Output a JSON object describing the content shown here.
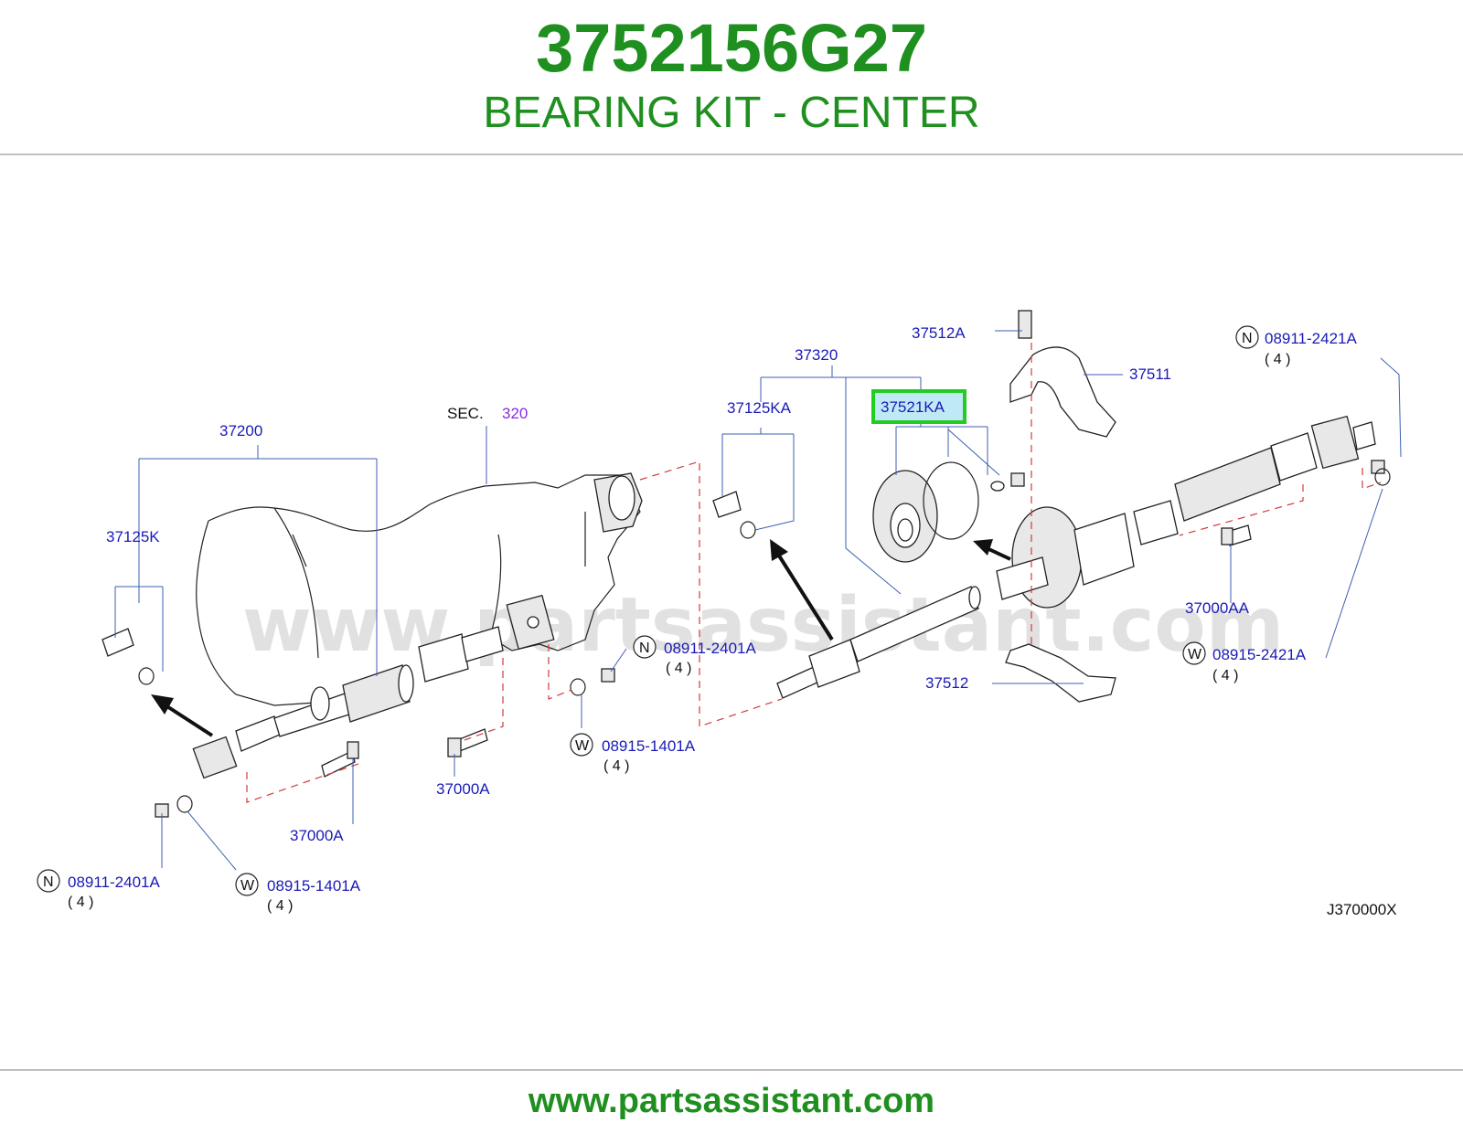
{
  "header": {
    "part_number": "3752156G27",
    "part_name": "BEARING KIT - CENTER"
  },
  "footer": {
    "website": "www.partsassistant.com"
  },
  "watermark": "www.partsassistant.com",
  "colors": {
    "brand_green": "#1f8f1f",
    "label_blue": "#1a1ab8",
    "highlight_green": "#22cc22",
    "highlight_fill": "#bfe9f5",
    "dash_red": "#d23b3b"
  },
  "diagram": {
    "code": "J370000X",
    "sec_prefix": "SEC.",
    "sec_number": "320",
    "labels": {
      "l37200": "37200",
      "l37125K": "37125K",
      "l37320": "37320",
      "l37125KA": "37125KA",
      "l37521KA": "37521KA",
      "l37512A": "37512A",
      "l37511": "37511",
      "l37000AA": "37000AA",
      "l37512": "37512",
      "l37000A_1": "37000A",
      "l37000A_2": "37000A",
      "n_2421A": "08911-2421A",
      "w_2421A": "08915-2421A",
      "n_2401A_1": "08911-2401A",
      "w_1401A_1": "08915-1401A",
      "n_2401A_2": "08911-2401A",
      "w_1401A_2": "08915-1401A"
    },
    "qty": "( 4 )",
    "marker_n": "N",
    "marker_w": "W"
  }
}
